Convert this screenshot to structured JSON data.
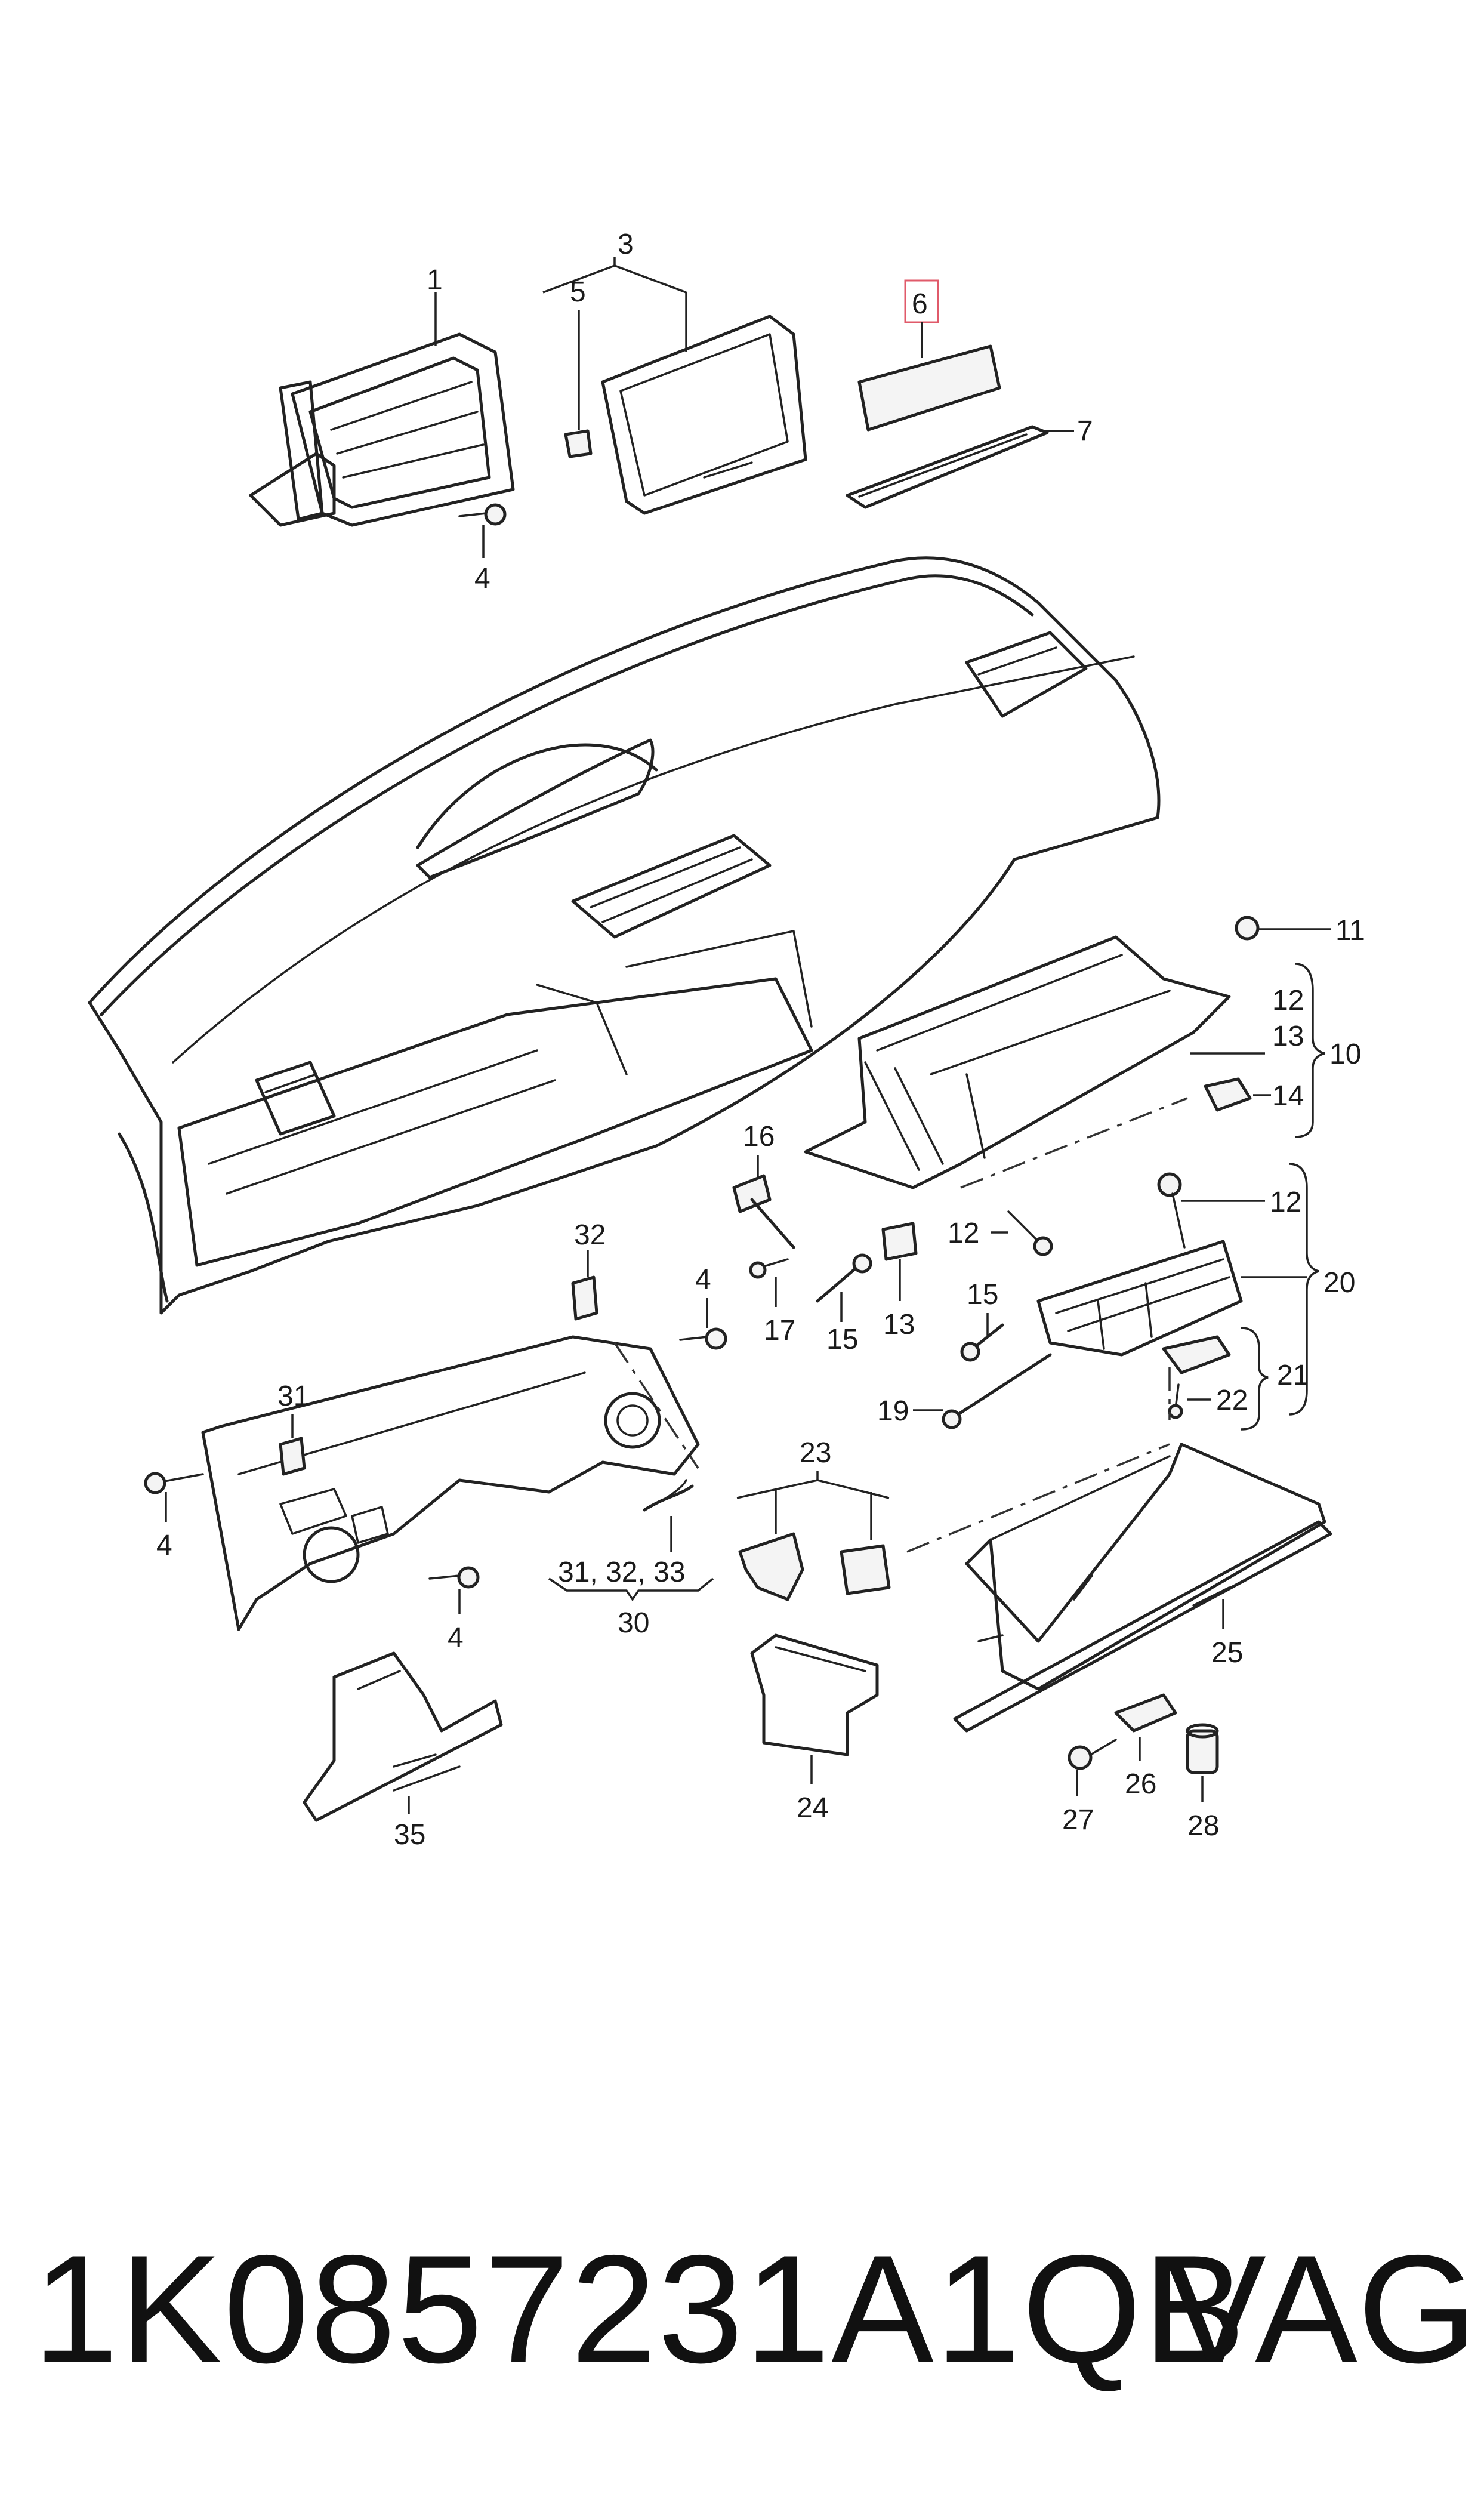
{
  "callouts": {
    "c1": "1",
    "c3": "3",
    "c4a": "4",
    "c5": "5",
    "c6": "6",
    "c7": "7",
    "c11": "11",
    "c12a": "12",
    "c13a": "13",
    "c10": "10",
    "c14": "14",
    "c16": "16",
    "c32": "32",
    "c4b": "4",
    "c12b": "12",
    "c12c": "12",
    "c17": "17",
    "c15a": "15",
    "c13b": "13",
    "c15b": "15",
    "c20": "20",
    "c31": "31",
    "c19": "19",
    "c22": "22",
    "c21": "21",
    "c4c": "4",
    "c23": "23",
    "c4d": "4",
    "c313233": "31, 32, 33",
    "c30": "30",
    "c25": "25",
    "c24": "24",
    "c35": "35",
    "c27": "27",
    "c26": "26",
    "c28": "28"
  },
  "footer": {
    "part_number": "1K0857231A1QB",
    "brand": "VAG"
  },
  "highlight_color": "#e05a6a"
}
